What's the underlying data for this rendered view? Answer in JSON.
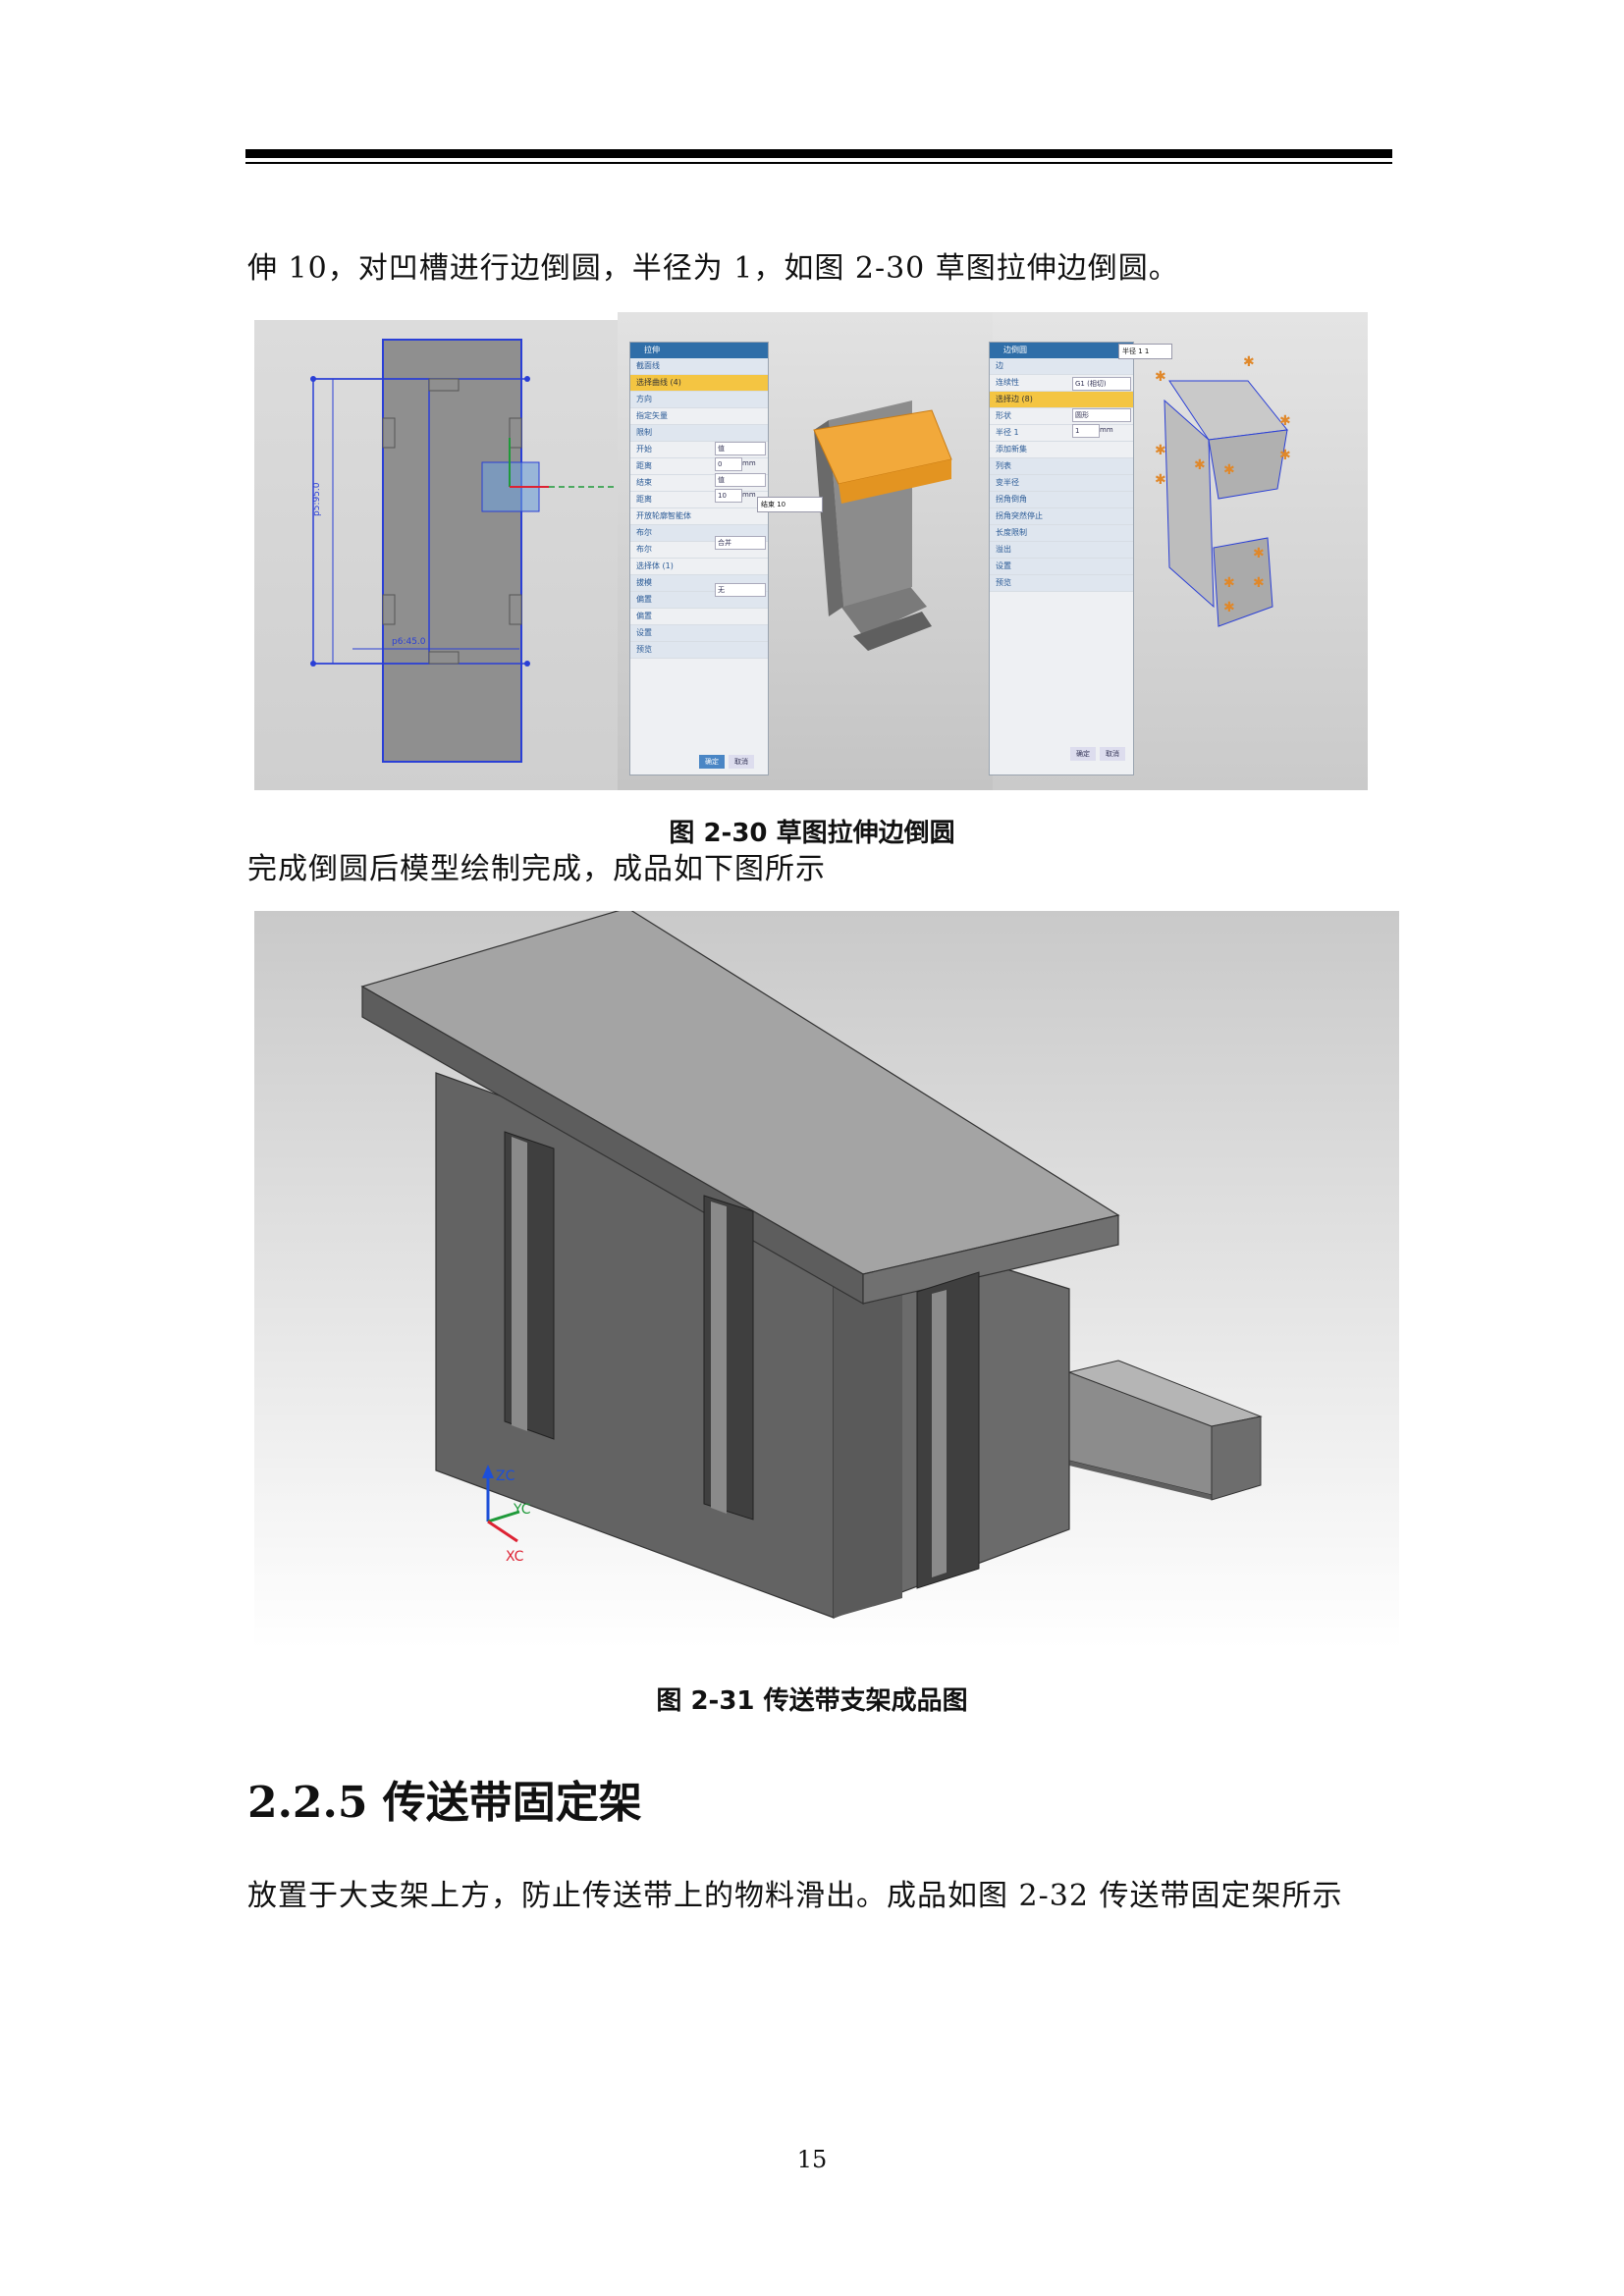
{
  "page": {
    "para1": "伸 10，对凹槽进行边倒圆，半径为 1，如图  2-30 草图拉伸边倒圆。",
    "figure1": {
      "caption": "图  2-30 草图拉伸边倒圆",
      "extrude_dialog": {
        "title": "拉伸",
        "rows": [
          "截面线",
          "选择曲线 (4)",
          "方向",
          "指定矢量",
          "限制",
          "开始",
          "距离",
          "结束",
          "距离",
          "开放轮廓智能体",
          "布尔",
          "布尔",
          "选择体 (1)",
          "拔模",
          "偏置",
          "偏置",
          "设置",
          "预览"
        ],
        "fields": [
          "值",
          "0",
          "值",
          "10",
          "合并",
          "无"
        ],
        "units": [
          "mm",
          "mm"
        ],
        "buttons": [
          "确定",
          "取消"
        ],
        "popup": "结束  10"
      },
      "blend_dialog": {
        "title": "边倒圆",
        "rows": [
          "边",
          "连续性",
          "选择边 (8)",
          "形状",
          "半径 1",
          "添加新集",
          "列表",
          "变半径",
          "拐角倒角",
          "拐角突然停止",
          "长度限制",
          "溢出",
          "设置",
          "预览"
        ],
        "fields": [
          "G1 (相切)",
          "圆形",
          "1"
        ],
        "units": [
          "mm"
        ],
        "buttons": [
          "确定",
          "取消"
        ],
        "popup": "半径 1  1"
      },
      "sketch_dims": [
        "p5:95.0",
        "p6:45.0"
      ]
    },
    "para2": "完成倒圆后模型绘制完成，成品如下图所示",
    "figure2": {
      "caption": "图  2-31 传送带支架成品图",
      "axes": [
        "ZC",
        "YC",
        "XC"
      ]
    },
    "heading": "2.2.5 传送带固定架",
    "para3": "放置于大支架上方，防止传送带上的物料滑出。成品如图  2-32 传送带固定架所示",
    "page_number": "15"
  },
  "colors": {
    "dialog_title": "#2f6ea8",
    "highlight": "#f4c542",
    "model_gray": "#6b6b6b",
    "sketch_blue": "#2a3fd6"
  }
}
